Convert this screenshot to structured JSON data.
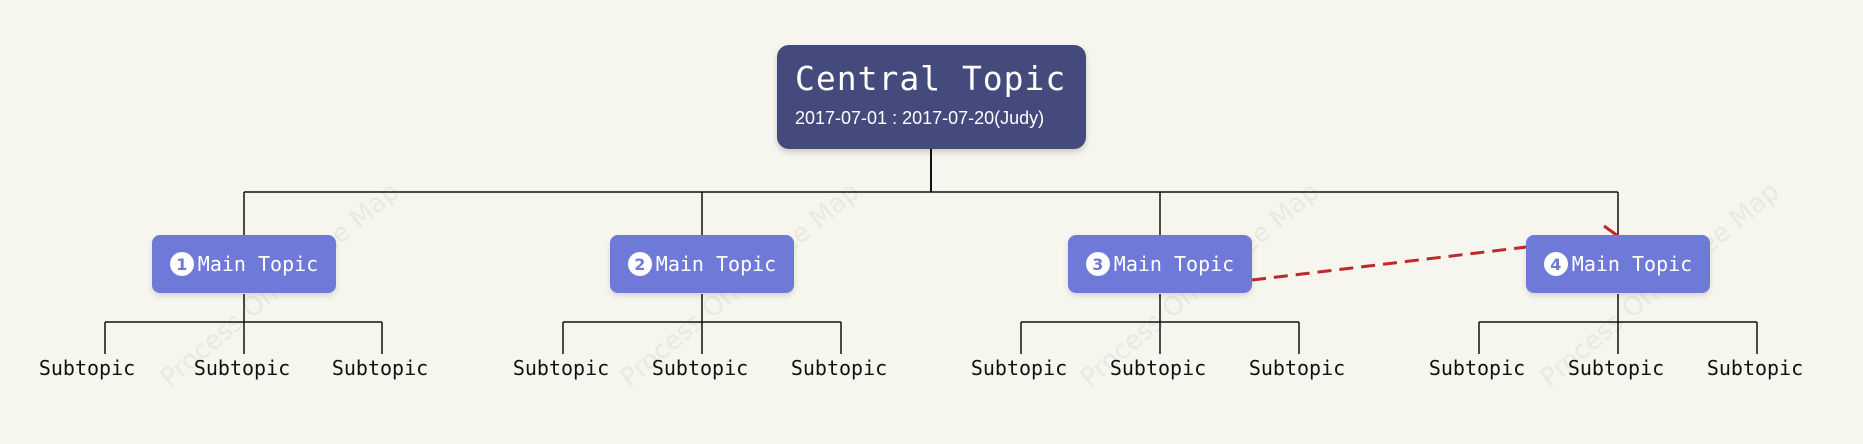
{
  "central": {
    "title": "Central Topic",
    "subtitle": "2017-07-01 : 2017-07-20(Judy)"
  },
  "main_topics": [
    {
      "number": "1",
      "label": "Main Topic",
      "subtopics": [
        "Subtopic",
        "Subtopic",
        "Subtopic"
      ]
    },
    {
      "number": "2",
      "label": "Main Topic",
      "subtopics": [
        "Subtopic",
        "Subtopic",
        "Subtopic"
      ]
    },
    {
      "number": "3",
      "label": "Main Topic",
      "subtopics": [
        "Subtopic",
        "Subtopic",
        "Subtopic"
      ]
    },
    {
      "number": "4",
      "label": "Main Topic",
      "subtopics": [
        "Subtopic",
        "Subtopic",
        "Subtopic"
      ]
    }
  ],
  "watermark": "Process On io Free Map",
  "colors": {
    "background": "#f6f5ee",
    "central_fill": "#454a7d",
    "main_fill": "#6f7ad8",
    "relation_line": "#c0282b",
    "connector": "#111111"
  }
}
